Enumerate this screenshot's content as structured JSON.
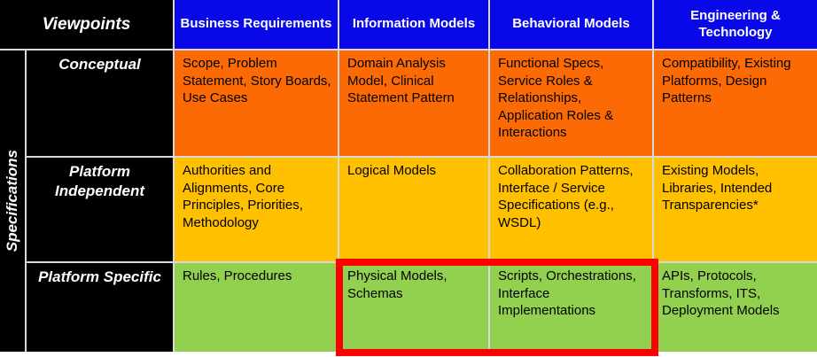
{
  "table": {
    "corner_label": "Viewpoints",
    "side_label": "Specifications",
    "columns": [
      "Business Requirements",
      "Information Models",
      "Behavioral Models",
      "Engineering & Technology"
    ],
    "rows": [
      {
        "label": "Conceptual",
        "cells": [
          "Scope, Problem Statement, Story Boards, Use Cases",
          "Domain Analysis Model, Clinical Statement Pattern",
          "Functional Specs, Service Roles & Relationships, Application Roles & Interactions",
          "Compatibility, Existing Platforms, Design Patterns"
        ]
      },
      {
        "label": "Platform Independent",
        "cells": [
          "Authorities and Alignments,  Core Principles, Priorities, Methodology",
          "Logical Models",
          "Collaboration Patterns, Interface / Service Specifications  (e.g., WSDL)",
          "Existing Models, Libraries, Intended Transparencies*"
        ]
      },
      {
        "label": "Platform Specific",
        "cells": [
          "Rules, Procedures",
          "Physical Models, Schemas",
          "Scripts, Orchestrations, Interface Implementations",
          "APIs, Protocols, Transforms, ITS, Deployment Models"
        ]
      }
    ],
    "highlight": {
      "description": "Red rectangle emphasizing the Platform Specific cells of Information Models and Behavioral Models",
      "highlighted_cells": [
        "Physical Models, Schemas",
        "Scripts, Orchestrations, Interface Implementations"
      ]
    }
  },
  "colors": {
    "header_bg": "#0808e8",
    "header_text": "#ffffff",
    "frame_bg": "#000000",
    "row_conceptual_bg": "#fb6a05",
    "row_platform_independent_bg": "#ffc000",
    "row_platform_specific_bg": "#92d050",
    "highlight_border": "#fe0000",
    "body_text": "#000000"
  }
}
